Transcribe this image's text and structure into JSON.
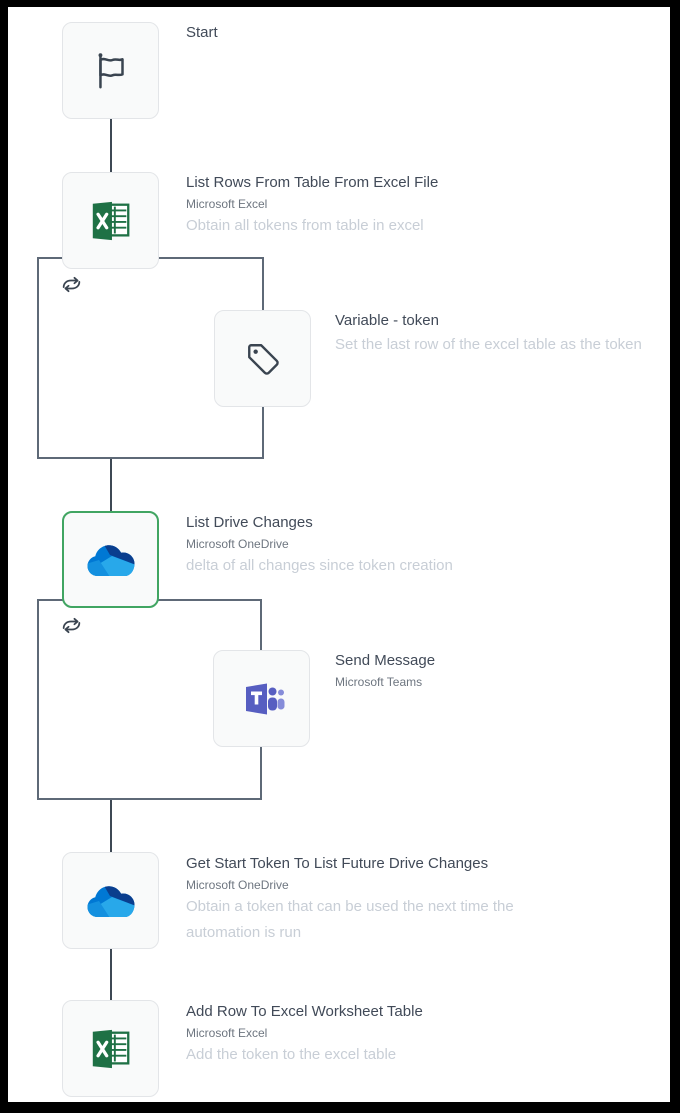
{
  "canvas": {
    "background": "#ffffff",
    "frame_color": "#000000"
  },
  "colors": {
    "selected_border": "#41a562",
    "connector": "#3e4854",
    "loop_border": "#5e6977",
    "card_background": "#f9fafa",
    "card_border": "#e3e5e8",
    "title_text": "#414a58",
    "subtitle_text": "#6e7680",
    "description_text": "#c8ced6",
    "excel_green": "#1f7145",
    "onedrive_blue": "#0078d4",
    "onedrive_navy": "#0a3e8e",
    "onedrive_cyan": "#28a8ea",
    "teams_purple": "#575ec1",
    "icon_stroke": "#3a4450"
  },
  "nodes": [
    {
      "id": "start",
      "title": "Start",
      "subtitle": "",
      "description": "",
      "icon": "flag-icon",
      "selected": false
    },
    {
      "id": "list-rows-from-table",
      "title": "List Rows From Table From Excel File",
      "subtitle": "Microsoft Excel",
      "description": "Obtain all tokens from table in excel",
      "icon": "excel-icon",
      "selected": false
    },
    {
      "id": "variable-token",
      "title": "Variable - token",
      "subtitle": "",
      "description": "Set the last row of the excel table as the token",
      "icon": "tag-icon",
      "selected": false,
      "inside_loop": 1
    },
    {
      "id": "list-drive-changes",
      "title": "List Drive Changes",
      "subtitle": "Microsoft OneDrive",
      "description": "delta of all changes since token creation",
      "icon": "onedrive-icon",
      "selected": true
    },
    {
      "id": "send-message",
      "title": "Send Message",
      "subtitle": "Microsoft Teams",
      "description": "",
      "icon": "teams-icon",
      "selected": false,
      "inside_loop": 2
    },
    {
      "id": "get-start-token",
      "title": "Get Start Token To List Future Drive Changes",
      "subtitle": "Microsoft OneDrive",
      "description": "Obtain a token that can be used the next time the automation is run",
      "icon": "onedrive-icon",
      "selected": false
    },
    {
      "id": "add-row-to-excel",
      "title": "Add Row To Excel Worksheet Table",
      "subtitle": "Microsoft Excel",
      "description": "Add the token to the excel table",
      "icon": "excel-icon",
      "selected": false
    }
  ],
  "loops": [
    {
      "id": "loop-1",
      "icon": "loop-icon"
    },
    {
      "id": "loop-2",
      "icon": "loop-icon"
    }
  ]
}
